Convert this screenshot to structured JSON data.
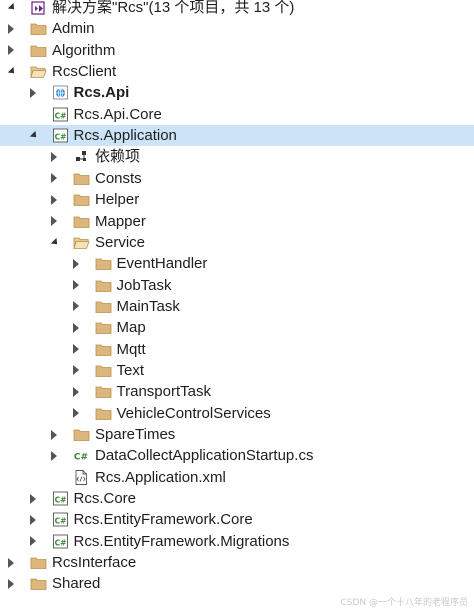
{
  "tree": {
    "items": [
      {
        "label": "解决方案\"Rcs\"(13 个项目，共 13 个)",
        "icon": "solution-icon",
        "expanded": true,
        "depth": 0,
        "name": "solution-root"
      },
      {
        "label": "Admin",
        "icon": "folder-icon",
        "expanded": false,
        "depth": 0,
        "name": "tree-item-admin"
      },
      {
        "label": "Algorithm",
        "icon": "folder-icon",
        "expanded": false,
        "depth": 0,
        "name": "tree-item-algorithm"
      },
      {
        "label": "RcsClient",
        "icon": "folder-open-icon",
        "expanded": true,
        "depth": 0,
        "name": "tree-item-rcsclient"
      },
      {
        "label": "Rcs.Api",
        "icon": "web-project-icon",
        "expanded": false,
        "depth": 1,
        "bold": true,
        "name": "tree-item-rcs-api"
      },
      {
        "label": "Rcs.Api.Core",
        "icon": "csharp-project-icon",
        "expanded": null,
        "depth": 1,
        "name": "tree-item-rcs-api-core"
      },
      {
        "label": "Rcs.Application",
        "icon": "csharp-project-icon",
        "expanded": true,
        "depth": 1,
        "selected": true,
        "name": "tree-item-rcs-application"
      },
      {
        "label": "依赖项",
        "icon": "dependencies-icon",
        "expanded": false,
        "depth": 2,
        "name": "tree-item-dependencies"
      },
      {
        "label": "Consts",
        "icon": "folder-icon",
        "expanded": false,
        "depth": 2,
        "name": "tree-item-consts"
      },
      {
        "label": "Helper",
        "icon": "folder-icon",
        "expanded": false,
        "depth": 2,
        "name": "tree-item-helper"
      },
      {
        "label": "Mapper",
        "icon": "folder-icon",
        "expanded": false,
        "depth": 2,
        "name": "tree-item-mapper"
      },
      {
        "label": "Service",
        "icon": "folder-open-icon",
        "expanded": true,
        "depth": 2,
        "name": "tree-item-service"
      },
      {
        "label": "EventHandler",
        "icon": "folder-icon",
        "expanded": false,
        "depth": 3,
        "name": "tree-item-eventhandler"
      },
      {
        "label": "JobTask",
        "icon": "folder-icon",
        "expanded": false,
        "depth": 3,
        "name": "tree-item-jobtask"
      },
      {
        "label": "MainTask",
        "icon": "folder-icon",
        "expanded": false,
        "depth": 3,
        "name": "tree-item-maintask"
      },
      {
        "label": "Map",
        "icon": "folder-icon",
        "expanded": false,
        "depth": 3,
        "name": "tree-item-map"
      },
      {
        "label": "Mqtt",
        "icon": "folder-icon",
        "expanded": false,
        "depth": 3,
        "name": "tree-item-mqtt"
      },
      {
        "label": "Text",
        "icon": "folder-icon",
        "expanded": false,
        "depth": 3,
        "name": "tree-item-text"
      },
      {
        "label": "TransportTask",
        "icon": "folder-icon",
        "expanded": false,
        "depth": 3,
        "name": "tree-item-transporttask"
      },
      {
        "label": "VehicleControlServices",
        "icon": "folder-icon",
        "expanded": false,
        "depth": 3,
        "name": "tree-item-vehiclecontrolservices"
      },
      {
        "label": "SpareTimes",
        "icon": "folder-icon",
        "expanded": false,
        "depth": 2,
        "name": "tree-item-sparetimes"
      },
      {
        "label": "DataCollectApplicationStartup.cs",
        "icon": "csharp-file-icon",
        "expanded": false,
        "depth": 2,
        "name": "tree-item-datacollectapplicationstartup"
      },
      {
        "label": "Rcs.Application.xml",
        "icon": "xml-file-icon",
        "expanded": null,
        "depth": 2,
        "name": "tree-item-rcs-application-xml"
      },
      {
        "label": "Rcs.Core",
        "icon": "csharp-project-icon",
        "expanded": false,
        "depth": 1,
        "name": "tree-item-rcs-core"
      },
      {
        "label": "Rcs.EntityFramework.Core",
        "icon": "csharp-project-icon",
        "expanded": false,
        "depth": 1,
        "name": "tree-item-rcs-entityframework-core"
      },
      {
        "label": "Rcs.EntityFramework.Migrations",
        "icon": "csharp-project-icon",
        "expanded": false,
        "depth": 1,
        "name": "tree-item-rcs-entityframework-migrations"
      },
      {
        "label": "RcsInterface",
        "icon": "folder-icon",
        "expanded": false,
        "depth": 0,
        "name": "tree-item-rcsinterface"
      },
      {
        "label": "Shared",
        "icon": "folder-icon",
        "expanded": false,
        "depth": 0,
        "name": "tree-item-shared"
      }
    ]
  },
  "watermark": "CSDN @一个十八年的老程序员",
  "colors": {
    "selected_bg": "#cce4f7",
    "folder": "#dcb67a",
    "csharp_project": "#388a34",
    "web_project": "#1e88e5"
  }
}
